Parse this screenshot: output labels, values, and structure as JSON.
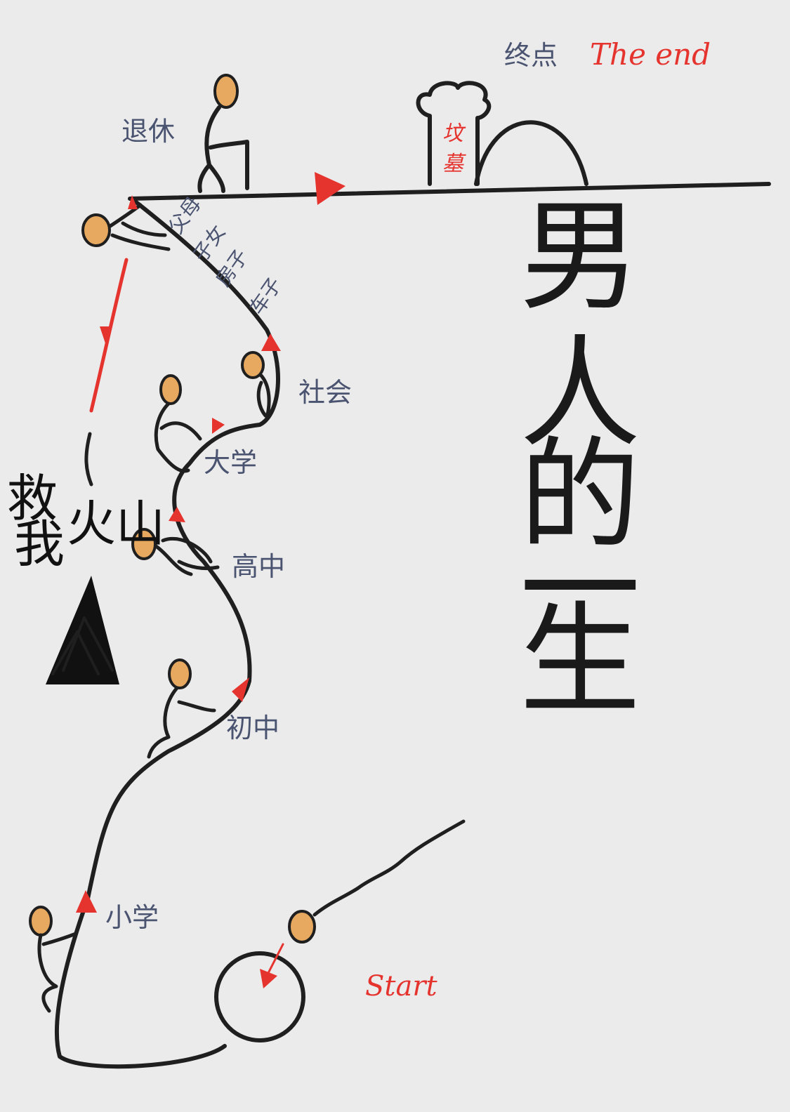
{
  "title": [
    "男",
    "人",
    "的",
    "一",
    "生"
  ],
  "end_label": {
    "zh": "终点",
    "en": "The end"
  },
  "start_label": "Start",
  "tomb_label": "坟墓",
  "stages": {
    "retire": "退休",
    "society": "社会",
    "university": "大学",
    "high_school": "高中",
    "middle_school": "初中",
    "primary_school": "小学"
  },
  "burdens": [
    "父母",
    "子女",
    "房子",
    "车子"
  ],
  "help_label": "救我",
  "volcano_label": "火山",
  "colors": {
    "ink": "#1f1f1f",
    "accent_red": "#e5332e",
    "skin": "#e7a860",
    "pencil_label": "#4a5470",
    "paper": "#ecebec"
  }
}
